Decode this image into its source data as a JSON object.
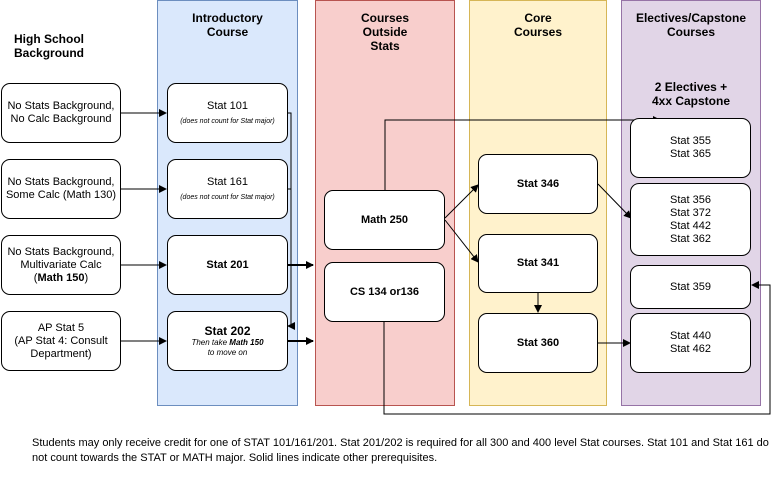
{
  "heading": {
    "background": "High School\nBackground"
  },
  "columns": {
    "intro": "Introductory\nCourse",
    "outside": "Courses\nOutside\nStats",
    "core": "Core\nCourses",
    "electives": "Electives/Capstone\nCourses"
  },
  "backgrounds": [
    {
      "text": "No Stats Background,\nNo Calc Background"
    },
    {
      "text": "No Stats Background,\nSome Calc (Math 130)"
    },
    {
      "line1": "No Stats Background,\nMultivariate Calc",
      "open": "(",
      "bold": "Math 150",
      "close": ")"
    },
    {
      "text": "AP Stat 5\n(AP Stat 4: Consult\nDepartment)"
    }
  ],
  "intro_courses": [
    {
      "title": "Stat 101",
      "note": "(does not count for Stat major)"
    },
    {
      "title": "Stat 161",
      "note": "(does not count for Stat major)"
    },
    {
      "title": "Stat 201"
    },
    {
      "title": "Stat 202",
      "note_pre": "Then take ",
      "note_bold": "Math 150",
      "note_post": "\nto move on"
    }
  ],
  "outside_courses": [
    "Math 250",
    "CS 134 or136"
  ],
  "core_courses": [
    "Stat 346",
    "Stat 341",
    "Stat 360"
  ],
  "electives_header": "2 Electives +\n4xx Capstone",
  "electives": [
    "Stat 355\nStat 365",
    "Stat 356\nStat 372\nStat 442\nStat 362",
    "Stat 359",
    "Stat 440\nStat 462"
  ],
  "colors": {
    "intro_fill": "#dae8fc",
    "intro_border": "#6c8ebf",
    "outside_fill": "#f8cecc",
    "outside_border": "#b85450",
    "core_fill": "#fff2cc",
    "core_border": "#d6b656",
    "electives_fill": "#e1d5e7",
    "electives_border": "#9673a6"
  },
  "footer": "Students may only receive credit for one of STAT 101/161/201. Stat 201/202 is required for all 300 and 400 level Stat courses. Stat 101 and Stat 161 do not count towards the STAT or MATH major. Solid lines indicate other prerequisites."
}
